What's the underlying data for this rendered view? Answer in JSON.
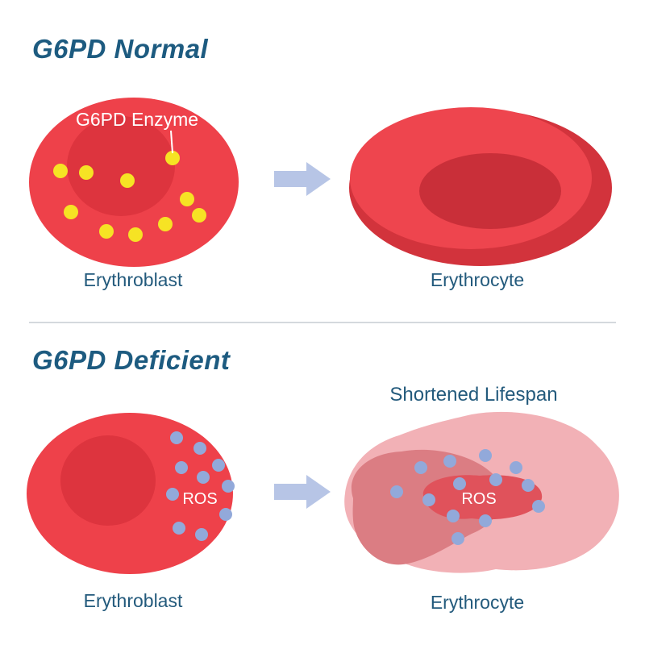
{
  "normal": {
    "title": "G6PD Normal",
    "enzyme_label": "G6PD Enzyme",
    "erythroblast_label": "Erythroblast",
    "erythrocyte_label": "Erythrocyte"
  },
  "deficient": {
    "title": "G6PD Deficient",
    "lifespan_label": "Shortened Lifespan",
    "ros_label_left": "ROS",
    "ros_label_right": "ROS",
    "erythroblast_label": "Erythroblast",
    "erythrocyte_label": "Erythrocyte"
  },
  "colors": {
    "cell_red": "#ee414a",
    "nucleus_red": "#dd343e",
    "erythrocyte_base_red": "#d2333c",
    "erythrocyte_main_red": "#ee454e",
    "erythrocyte_center_red": "#c92f39",
    "enzyme_yellow": "#f6e324",
    "ros_blue": "#92a9da",
    "arrow_blue": "#b7c5e6",
    "text_navy": "#235a7c",
    "pink_light": "#f2b1b6",
    "pink_medium": "#db7d83",
    "inner_red": "#e0525b",
    "label_white": "#ffffff"
  }
}
